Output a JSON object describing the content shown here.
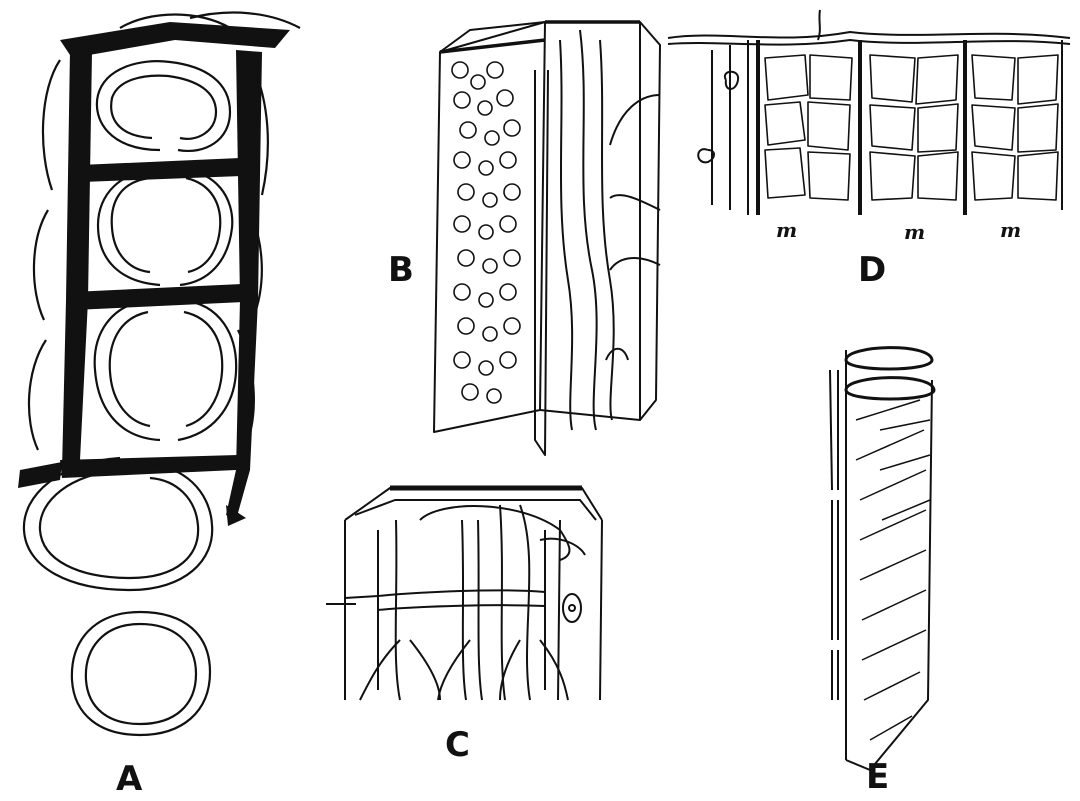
{
  "figure": {
    "panels": [
      {
        "id": "A",
        "label": "A"
      },
      {
        "id": "B",
        "label": "B"
      },
      {
        "id": "C",
        "label": "C"
      },
      {
        "id": "D",
        "label": "D"
      },
      {
        "id": "E",
        "label": "E"
      }
    ],
    "panel_d_markers": [
      "m",
      "m",
      "m"
    ]
  }
}
